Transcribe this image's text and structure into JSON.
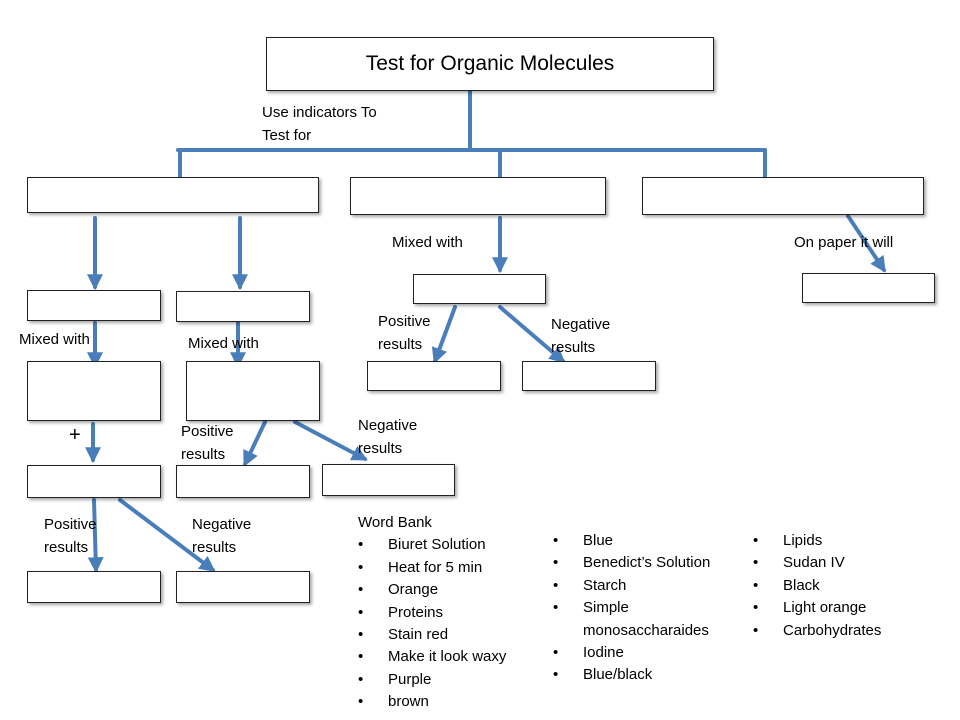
{
  "title": "Test for Organic Molecules",
  "labels": {
    "use_indicators": "Use indicators To Test for",
    "mixed_with_1": "Mixed with",
    "mixed_with_2": "Mixed with",
    "mixed_with_3": "Mixed with",
    "on_paper": "On paper it will",
    "plus": "+",
    "positive_1": "Positive results",
    "negative_1": "Negative results",
    "positive_2": "Positive results",
    "negative_2": "Negative results",
    "positive_3": "Positive results",
    "negative_3": "Negative results"
  },
  "word_bank": {
    "title": "Word Bank",
    "column_1": [
      "Biuret Solution",
      "Heat for 5 min",
      "Orange",
      "Proteins",
      "Stain red",
      "Make it look waxy",
      "Purple",
      "brown"
    ],
    "column_2": [
      "Blue",
      "Benedict’s Solution",
      "Starch",
      "Simple monosaccharaides",
      "Iodine",
      "Blue/black"
    ],
    "column_3": [
      "Lipids",
      "Sudan IV",
      "Black",
      "Light orange",
      "Carbohydrates"
    ]
  },
  "colors": {
    "connector": "#4a7ebb",
    "box_border": "#222222"
  }
}
